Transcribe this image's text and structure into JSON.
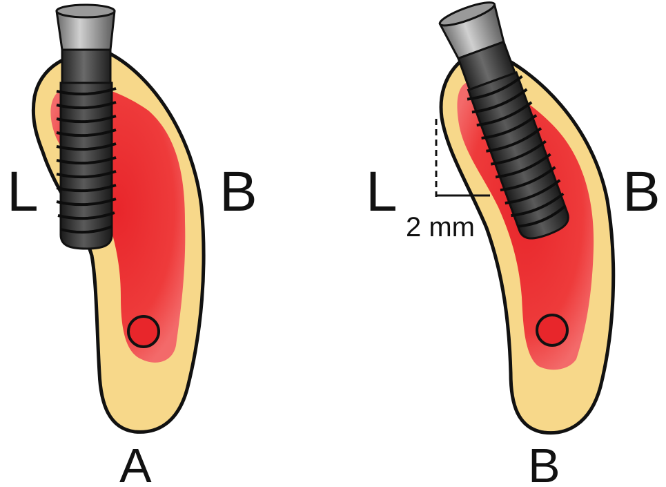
{
  "panel_a": {
    "lingual_label": "L",
    "buccal_label": "B",
    "panel_label": "A"
  },
  "panel_b": {
    "lingual_label": "L",
    "buccal_label": "B",
    "panel_label": "B",
    "measurement_label": "2 mm"
  },
  "colors": {
    "cortical_bone": "#f7d88a",
    "marrow_core": "#ee3b3b",
    "marrow_edge": "#f27a7a",
    "outline": "#111111",
    "implant_body": "#2e2e2e",
    "implant_collar": "#8a8a8a"
  }
}
